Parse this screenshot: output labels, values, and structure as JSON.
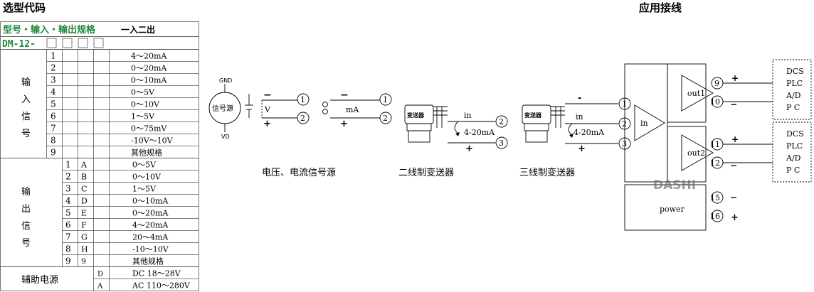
{
  "left_title": "选型代码",
  "right_title": "应用接线",
  "selection": {
    "header": "型号・输入・输出规格",
    "header_note": "一入二出",
    "model_prefix": "DM-12-",
    "input_group_label": [
      "输",
      "入",
      "信",
      "号"
    ],
    "input_rows": [
      {
        "code": "1",
        "spec": "4～20mA"
      },
      {
        "code": "2",
        "spec": "0～20mA"
      },
      {
        "code": "3",
        "spec": "0～10mA"
      },
      {
        "code": "4",
        "spec": "0～5V"
      },
      {
        "code": "5",
        "spec": "0～10V"
      },
      {
        "code": "6",
        "spec": "1～5V"
      },
      {
        "code": "7",
        "spec": "0～75mV"
      },
      {
        "code": "8",
        "spec": "-10V～10V"
      },
      {
        "code": "9",
        "spec": "其他规格"
      }
    ],
    "output_group_label": [
      "输",
      "出",
      "信",
      "号"
    ],
    "output_rows": [
      {
        "code": "1",
        "letter": "A",
        "spec": "0～5V"
      },
      {
        "code": "2",
        "letter": "B",
        "spec": "0～10V"
      },
      {
        "code": "3",
        "letter": "C",
        "spec": "1～5V"
      },
      {
        "code": "4",
        "letter": "D",
        "spec": "0～10mA"
      },
      {
        "code": "5",
        "letter": "E",
        "spec": "0～20mA"
      },
      {
        "code": "6",
        "letter": "F",
        "spec": "4～20mA"
      },
      {
        "code": "7",
        "letter": "G",
        "spec": "20～4mA"
      },
      {
        "code": "8",
        "letter": "H",
        "spec": "-10～10V"
      },
      {
        "code": "9",
        "letter": "9",
        "spec": "其他规格"
      }
    ],
    "power_label": "辅助电源",
    "power_rows": [
      {
        "code": "D",
        "spec": "DC 18～28V"
      },
      {
        "code": "A",
        "spec": "AC 110～280V"
      }
    ]
  },
  "wiring": {
    "source": {
      "circle_label": "信号源",
      "gnd": "GND",
      "vd": "VD",
      "minus": "−",
      "plus": "+",
      "v_label": "V",
      "ma_label": "mA",
      "caption": "电压、电流信号源"
    },
    "two_wire": {
      "device": "变送器",
      "in_label": "in",
      "range": "4-20mA",
      "caption": "二线制变送器"
    },
    "three_wire": {
      "device": "变送器",
      "in_label": "in",
      "range": "4-20mA",
      "minus": "-",
      "plus": "+",
      "caption": "三线制变送器"
    },
    "module": {
      "in_label": "in",
      "out1": "out1",
      "out2": "out2",
      "power": "power",
      "watermark": "DASHI",
      "terminals": [
        "1",
        "2",
        "3",
        "9",
        "10",
        "11",
        "12",
        "15",
        "16"
      ]
    },
    "targets": [
      "DCS",
      "PLC",
      "A/D",
      "P C"
    ]
  }
}
